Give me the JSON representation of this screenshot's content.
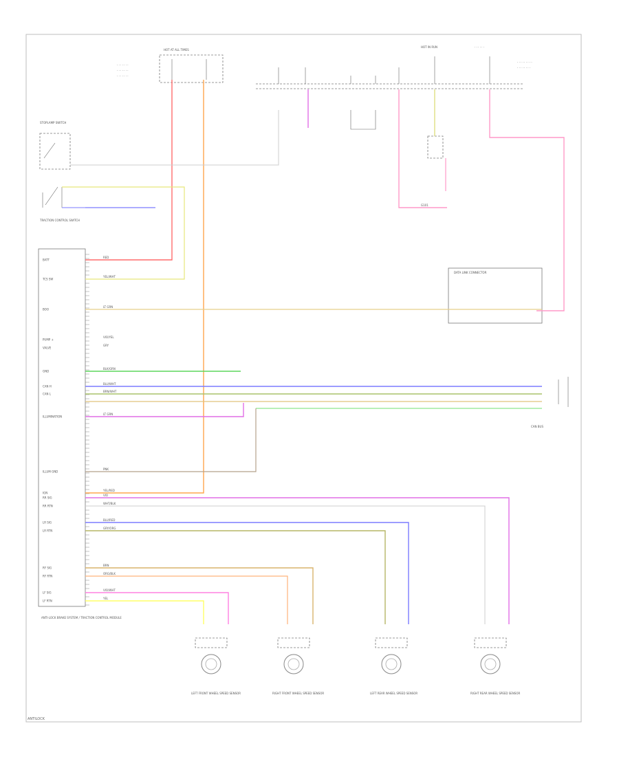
{
  "diagram": {
    "footer_code": "ANTILOCK"
  },
  "components": {
    "abs_module_label": "ANTI-LOCK BRAKE SYSTEM / TRACTION CONTROL MODULE",
    "brake_switch_label": "STOPLAMP SWITCH",
    "traction_switch_label": "TRACTION CONTROL SWITCH",
    "sensor_lf_label": "LEFT FRONT WHEEL SPEED SENSOR",
    "sensor_rf_label": "RIGHT FRONT WHEEL SPEED SENSOR",
    "sensor_lr_label": "LEFT REAR WHEEL SPEED SENSOR",
    "sensor_rr_label": "RIGHT REAR WHEEL SPEED SENSOR",
    "data_link_label": "DATA LINK CONNECTOR",
    "can_bus_label": "CAN BUS",
    "fuse_hot_at_all_times": "HOT AT ALL TIMES",
    "fuse_hot_in_run": "HOT IN RUN",
    "ground_label": "G101"
  },
  "module_pins": [
    {
      "name": "BATT",
      "wire": "RED"
    },
    {
      "name": "TCS SW",
      "wire": "YEL/WHT"
    },
    {
      "name": "BOO",
      "wire": "LT GRN"
    },
    {
      "name": "PUMP +",
      "wire": "VIO/YEL"
    },
    {
      "name": "VALVE",
      "wire": "GRY"
    },
    {
      "name": "GND",
      "wire": "BLK/GRN"
    },
    {
      "name": "CAN H",
      "wire": "BLU/WHT"
    },
    {
      "name": "CAN L",
      "wire": "BRN/WHT"
    },
    {
      "name": "ILLUMINATION",
      "wire": "LT GRN"
    },
    {
      "name": "ILLUM GND",
      "wire": "PNK"
    },
    {
      "name": "IGN",
      "wire": "YEL/RED"
    },
    {
      "name": "RR SIG",
      "wire": "VIO"
    },
    {
      "name": "RR RTN",
      "wire": "WHT/BLK"
    },
    {
      "name": "LR SIG",
      "wire": "BLU/RED"
    },
    {
      "name": "LR RTN",
      "wire": "GRY/ORG"
    },
    {
      "name": "RF SIG",
      "wire": "BRN"
    },
    {
      "name": "RF RTN",
      "wire": "ORG/BLK"
    },
    {
      "name": "LF SIG",
      "wire": "VIO/WHT"
    },
    {
      "name": "LF RTN",
      "wire": "YEL"
    }
  ],
  "colors": {
    "red": "#ff6b6b",
    "orange": "#ffa64d",
    "yellow": "#ffff66",
    "yellow_green": "#d8e86a",
    "green": "#5cd65c",
    "blue": "#7b7bff",
    "violet": "#e06ee6",
    "pink": "#ff99c8",
    "tan": "#d9b36c",
    "gray": "#bbbbbb",
    "olive": "#a9a064"
  }
}
